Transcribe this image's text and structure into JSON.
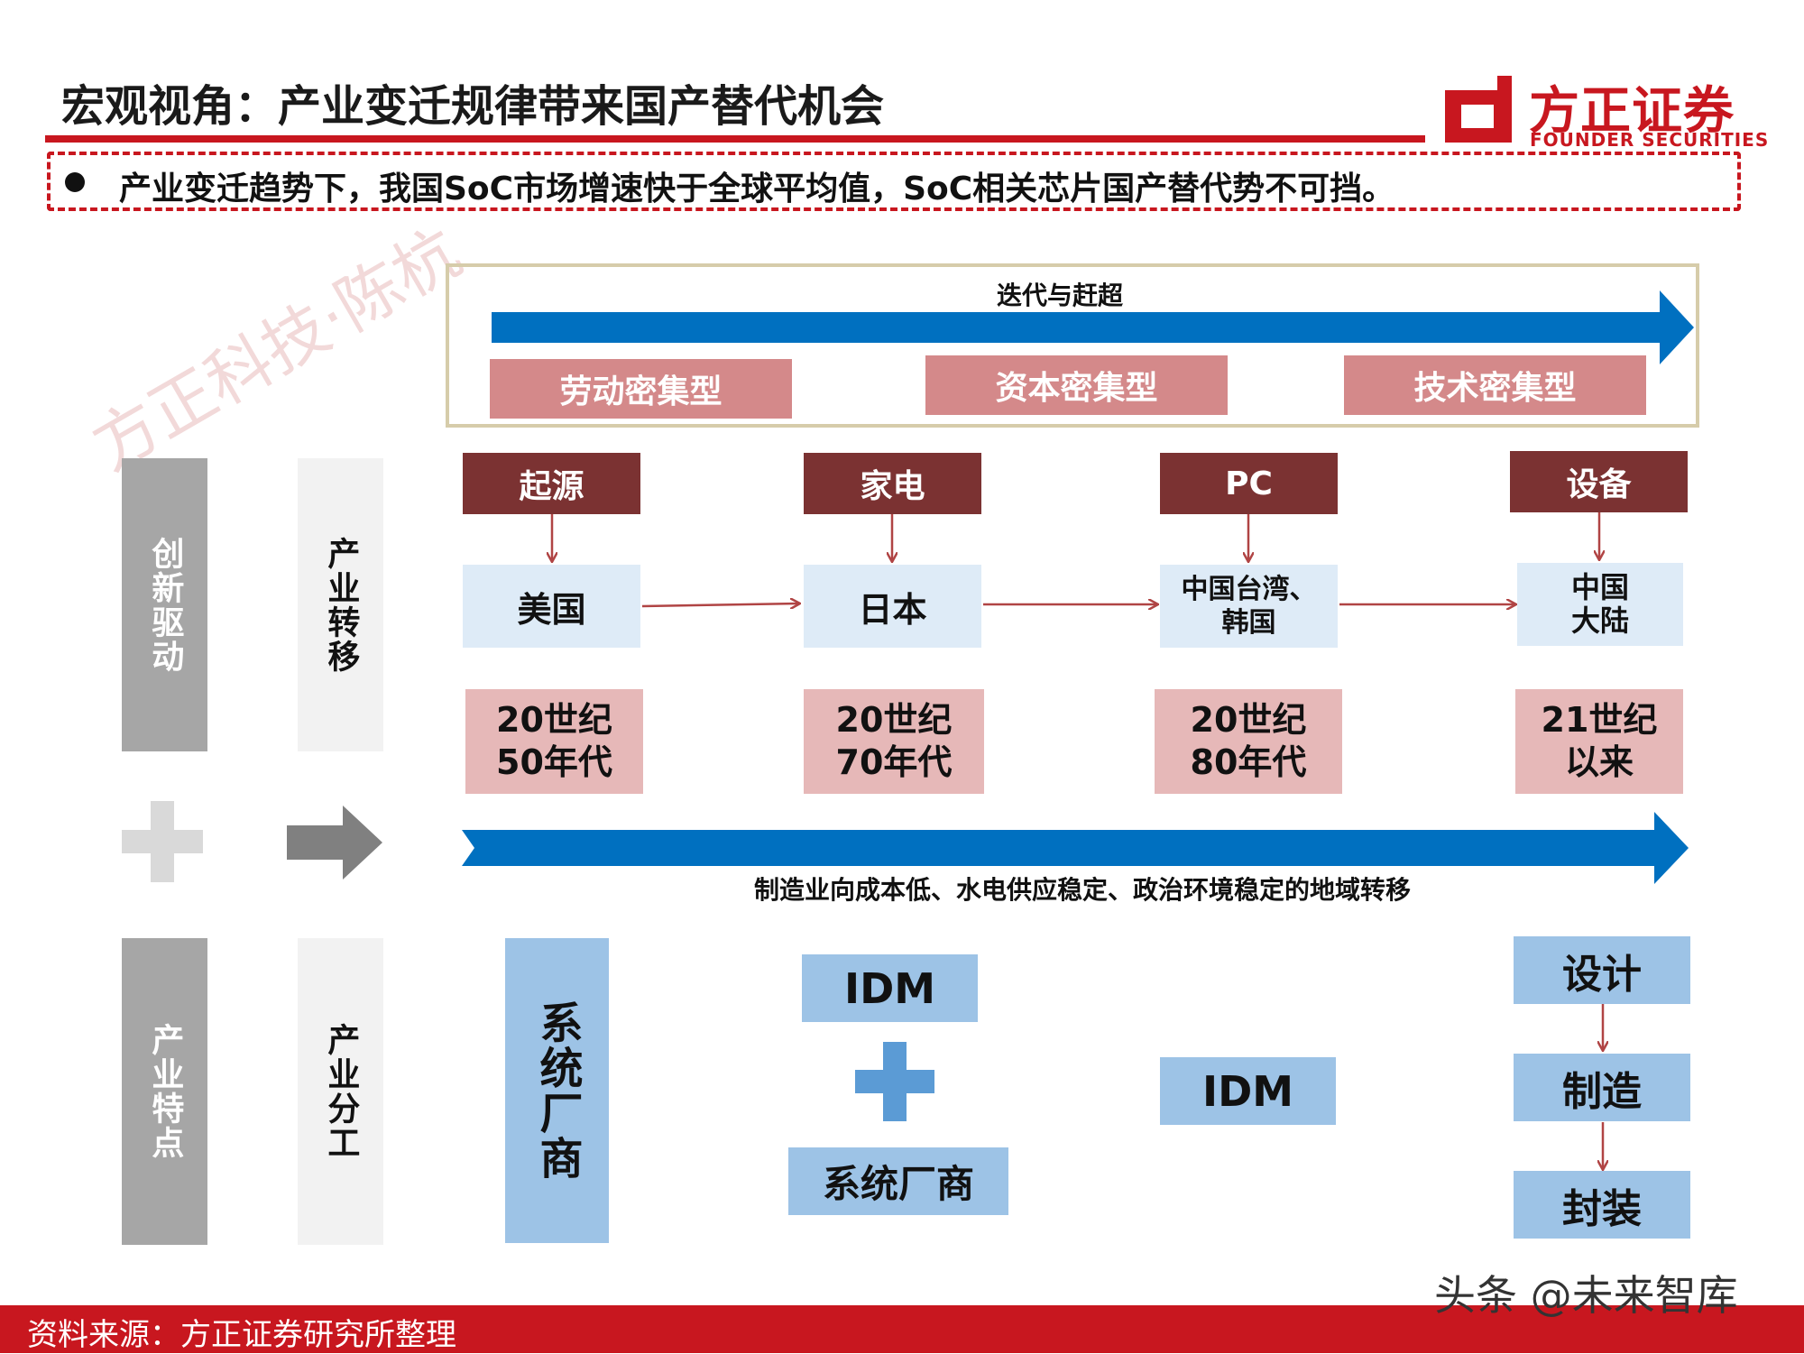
{
  "title": "宏观视角：产业变迁规律带来国产替代机会",
  "logo": {
    "name": "方正证券",
    "sub": "FOUNDER SECURITIES"
  },
  "bullet": "产业变迁趋势下，我国SoC市场增速快于全球平均值，SoC相关芯片国产替代势不可挡。",
  "top_arrow_label": "迭代与赶超",
  "categories": [
    "劳动密集型",
    "资本密集型",
    "技术密集型"
  ],
  "sidebar": {
    "innovation": "创新驱动",
    "transfer": "产业转移",
    "feature": "产业特点",
    "division": "产业分工"
  },
  "stages": [
    {
      "label": "起源",
      "country": "美国",
      "era": "20世纪\n50年代"
    },
    {
      "label": "家电",
      "country": "日本",
      "era": "20世纪\n70年代"
    },
    {
      "label": "PC",
      "country": "中国台湾、\n韩国",
      "era": "20世纪\n80年代"
    },
    {
      "label": "设备",
      "country": "中国\n大陆",
      "era": "21世纪\n以来"
    }
  ],
  "bottom_arrow_label": "制造业向成本低、水电供应稳定、政治环境稳定的地域转移",
  "division": {
    "stage1": "系统厂商",
    "stage2_top": "IDM",
    "stage2_bottom": "系统厂商",
    "stage3": "IDM",
    "stage4": [
      "设计",
      "制造",
      "封装"
    ]
  },
  "footer_source": "资料来源：方正证券研究所整理",
  "watermark_corner": "头条 @未来智库",
  "watermark_diagonal": "方正科技·陈杭",
  "colors": {
    "brand_red": "#c8171f",
    "arrow_blue": "#0070c0",
    "stage_maroon": "#7b3232",
    "pink": "#d4898a"
  }
}
